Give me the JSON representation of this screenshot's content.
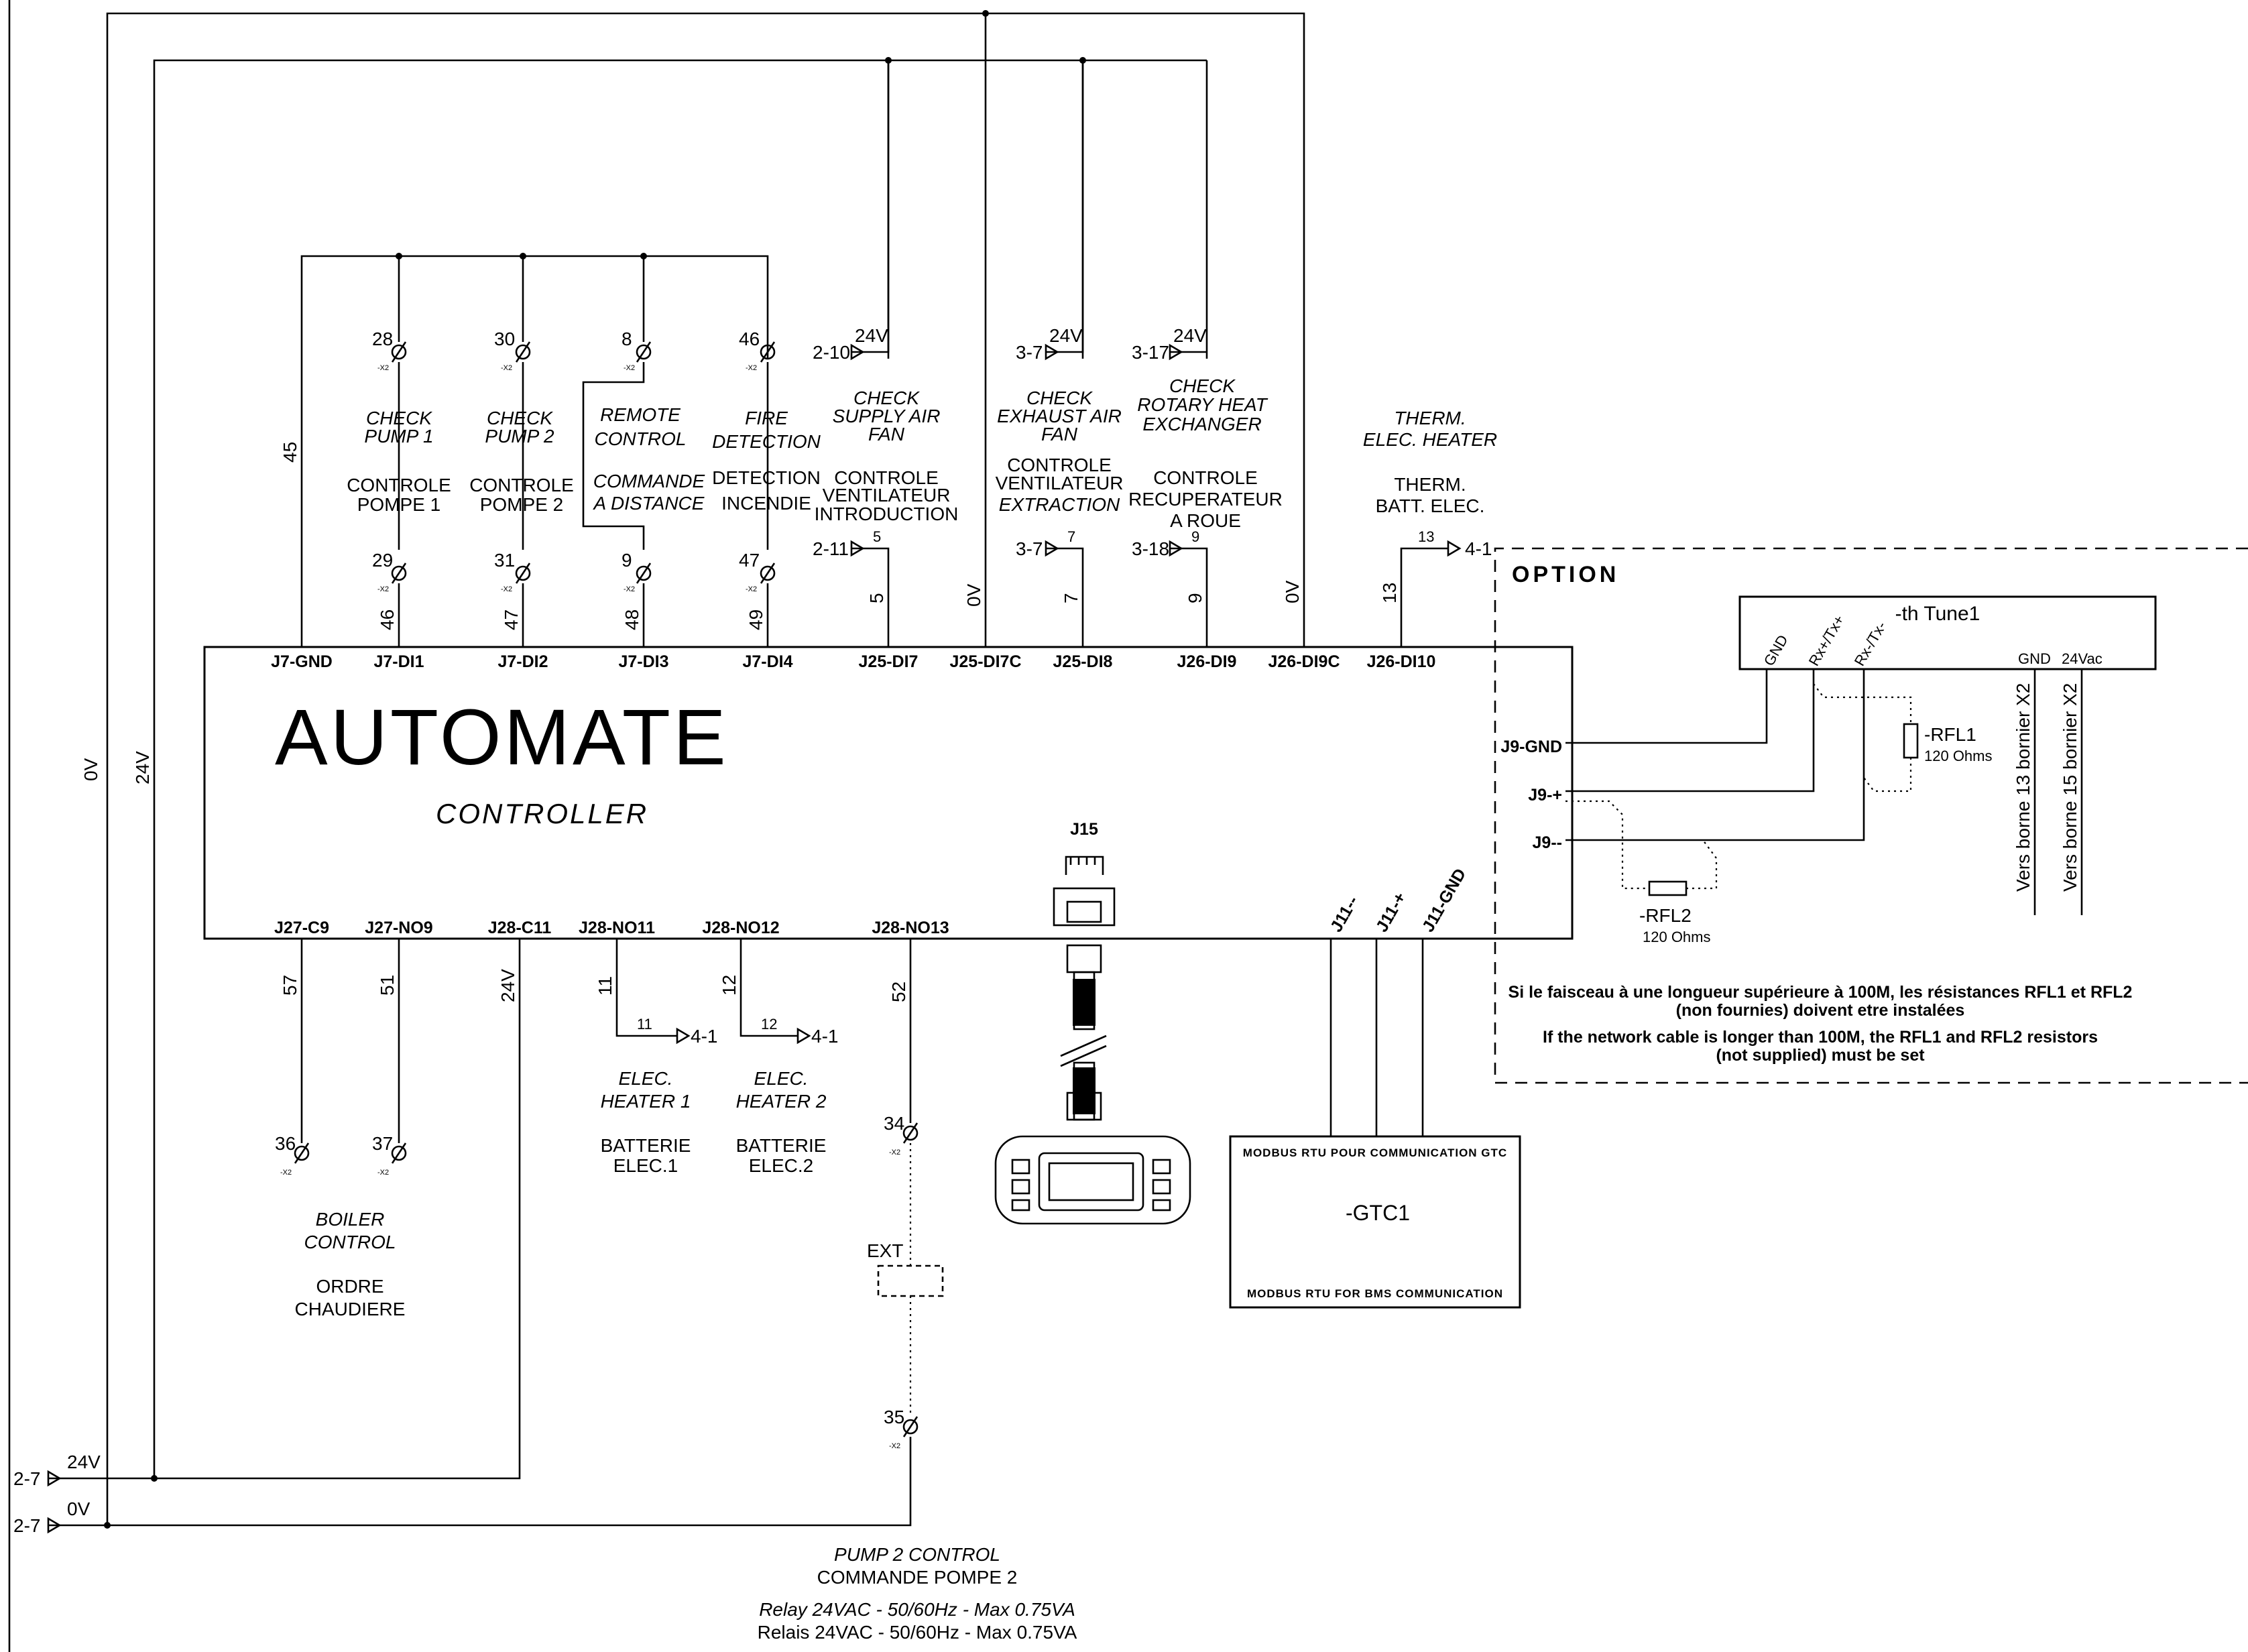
{
  "controller": {
    "title": "AUTOMATE",
    "subtitle": "CONTROLLER",
    "top_pins": [
      "J7-GND",
      "J7-DI1",
      "J7-DI2",
      "J7-DI3",
      "J7-DI4",
      "J25-DI7",
      "J25-DI7C",
      "J25-DI8",
      "J26-DI9",
      "J26-DI9C",
      "J26-DI10"
    ],
    "bottom_pins": [
      "J27-C9",
      "J27-NO9",
      "J28-C11",
      "J28-NO11",
      "J28-NO12",
      "J28-NO13"
    ],
    "bus_pins": [
      "J11--",
      "J11-+",
      "J11-GND"
    ],
    "right_pins": [
      "J9-GND",
      "J9-+",
      "J9--"
    ],
    "j15": "J15"
  },
  "wire_numbers": {
    "w45": "45",
    "w46": "46",
    "w47": "47",
    "w48": "48",
    "w49": "49",
    "w5": "5",
    "w0v_a": "0V",
    "w7": "7",
    "w9": "9",
    "w0v_b": "0V",
    "w13": "13",
    "w57": "57",
    "w51": "51",
    "w24v": "24V",
    "w11": "11",
    "w12": "12",
    "w52": "52",
    "rail_0v": "0V",
    "rail_24v": "24V"
  },
  "terminals": {
    "t28": "28",
    "t29": "29",
    "t30": "30",
    "t31": "31",
    "t8": "8",
    "t9": "9",
    "t46": "46",
    "t47": "47",
    "t36": "36",
    "t37": "37",
    "t34": "34",
    "t35": "35",
    "x2": "-X2"
  },
  "inputs": {
    "pump1_en": [
      "CHECK",
      "PUMP 1"
    ],
    "pump1_fr": [
      "CONTROLE",
      "POMPE 1"
    ],
    "pump2_en": [
      "CHECK",
      "PUMP 2"
    ],
    "pump2_fr": [
      "CONTROLE",
      "POMPE 2"
    ],
    "remote_en": [
      "REMOTE",
      "CONTROL"
    ],
    "remote_fr": [
      "COMMANDE",
      "A DISTANCE"
    ],
    "fire_en": [
      "FIRE",
      "DETECTION"
    ],
    "fire_fr": [
      "DETECTION",
      "INCENDIE"
    ],
    "supply_en": [
      "CHECK",
      "SUPPLY AIR",
      "FAN"
    ],
    "supply_fr": [
      "CONTROLE",
      "VENTILATEUR",
      "INTRODUCTION"
    ],
    "exhaust_en": [
      "CHECK",
      "EXHAUST AIR",
      "FAN"
    ],
    "exhaust_fr": [
      "CONTROLE",
      "VENTILATEUR",
      "EXTRACTION"
    ],
    "rotary_en": [
      "CHECK",
      "ROTARY HEAT",
      "EXCHANGER"
    ],
    "rotary_fr": [
      "CONTROLE",
      "RECUPERATEUR",
      "A ROUE"
    ],
    "therm_en": [
      "THERM.",
      "ELEC. HEATER"
    ],
    "therm_fr": [
      "THERM.",
      "BATT. ELEC."
    ]
  },
  "refs": {
    "r_2_10": "2-10",
    "r_2_11": "2-11",
    "r_3_7a": "3-7",
    "r_3_7b": "3-7",
    "r_3_17": "3-17",
    "r_3_18": "3-18",
    "r_4_1a": "4-1",
    "r_4_1b": "4-1",
    "r_4_1c": "4-1",
    "r_2_7a": "2-7",
    "r_2_7b": "2-7",
    "v24": "24V",
    "v0": "0V",
    "n5": "5",
    "n7": "7",
    "n9": "9",
    "n13": "13",
    "n11": "11",
    "n12": "12"
  },
  "outputs": {
    "boiler_en": [
      "BOILER",
      "CONTROL"
    ],
    "boiler_fr": [
      "ORDRE",
      "CHAUDIERE"
    ],
    "heater1_en": [
      "ELEC.",
      "HEATER 1"
    ],
    "heater1_fr": [
      "BATTERIE",
      "ELEC.1"
    ],
    "heater2_en": [
      "ELEC.",
      "HEATER 2"
    ],
    "heater2_fr": [
      "BATTERIE",
      "ELEC.2"
    ],
    "ext": "EXT",
    "pump2_en": "PUMP 2 CONTROL",
    "pump2_fr": "COMMANDE POMPE 2",
    "relay_en": "Relay 24VAC - 50/60Hz - Max 0.75VA",
    "relay_fr": "Relais 24VAC - 50/60Hz - Max 0.75VA"
  },
  "gtc": {
    "title_fr": "MODBUS RTU POUR COMMUNICATION GTC",
    "name": "-GTC1",
    "title_en": "MODBUS RTU FOR BMS COMMUNICATION"
  },
  "option": {
    "title": "OPTION",
    "tune": {
      "name": "-th Tune1",
      "pins": [
        "GND",
        "Rx+/Tx+",
        "Rx-/Tx-",
        "GND",
        "24Vac"
      ]
    },
    "rfl1": {
      "name": "-RFL1",
      "value": "120 Ohms"
    },
    "rfl2": {
      "name": "-RFL2",
      "value": "120 Ohms"
    },
    "vers13": "Vers borne 13 bornier X2",
    "vers15": "Vers borne 15 bornier X2",
    "note_fr_1": "Si le faisceau à une longueur supérieure à 100M, les résistances RFL1 et RFL2",
    "note_fr_2": "(non fournies) doivent etre instalées",
    "note_en_1": "If the network cable is longer than 100M, the RFL1 and RFL2 resistors",
    "note_en_2": "(not supplied) must be set"
  }
}
